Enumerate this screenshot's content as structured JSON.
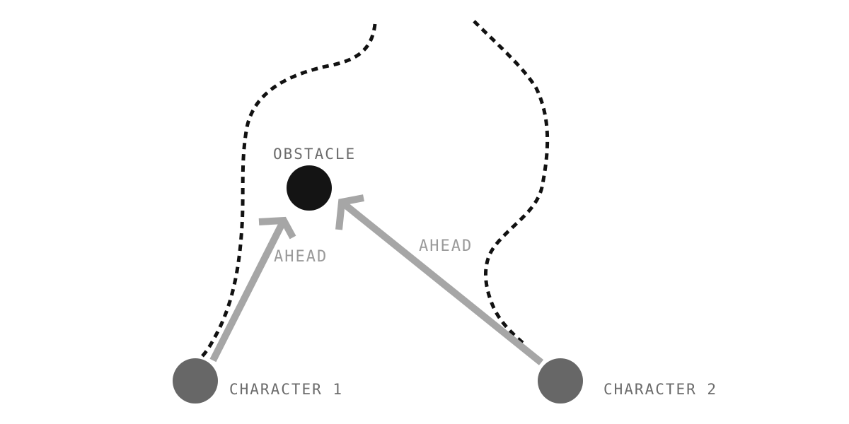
{
  "diagram": {
    "labels": {
      "obstacle": "OBSTACLE",
      "ahead_1": "AHEAD",
      "ahead_2": "AHEAD",
      "character_1": "CHARACTER 1",
      "character_2": "CHARACTER 2"
    },
    "colors": {
      "background": "#ffffff",
      "obstacle_fill": "#141414",
      "character_fill": "#676767",
      "arrow_stroke": "#a6a6a6",
      "path_stroke": "#111111",
      "label_dark": "#6b6b6b",
      "label_light": "#9a9a9a"
    }
  }
}
